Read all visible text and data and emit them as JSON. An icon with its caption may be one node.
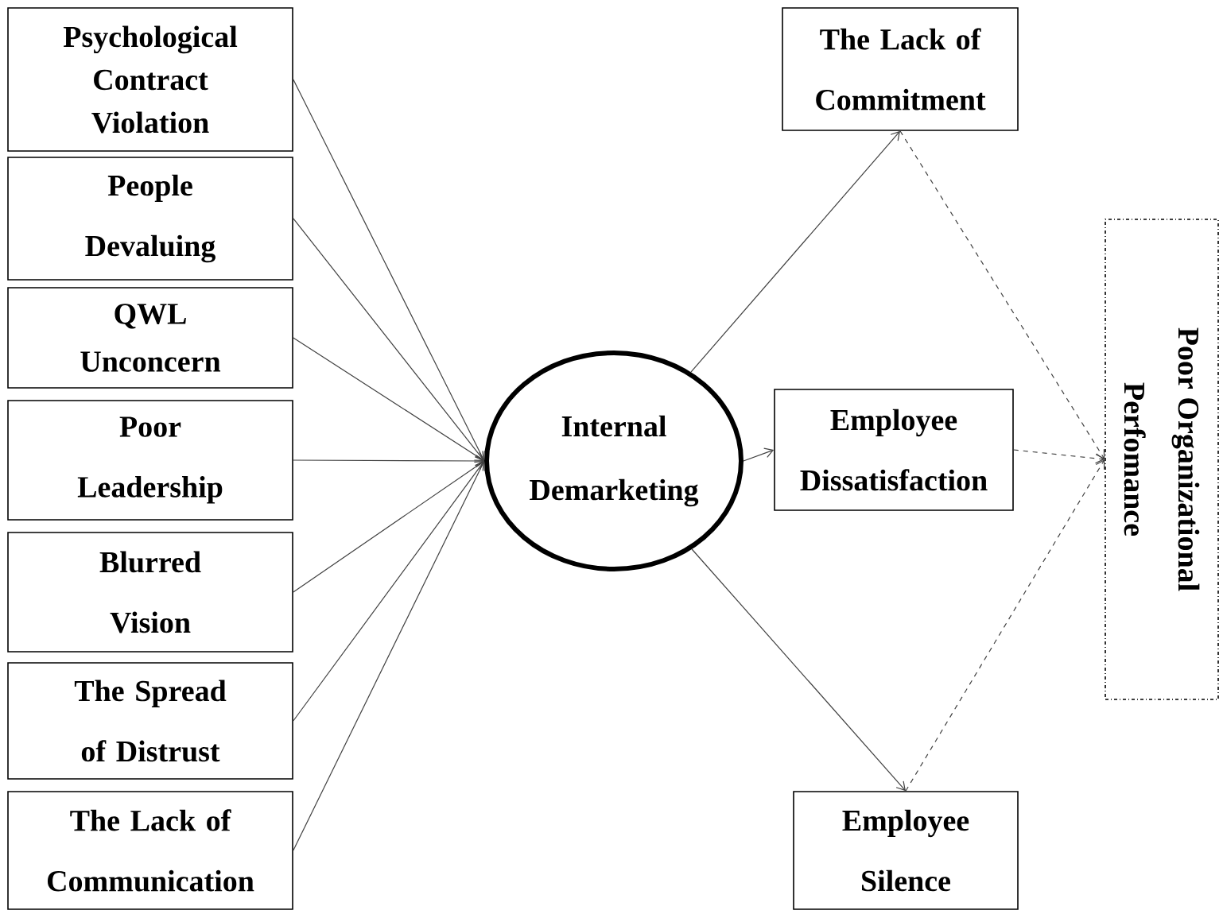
{
  "diagram": {
    "nodes": [
      {
        "text": [
          "Psychological Contract Violation"
        ]
      },
      {
        "text": [
          "People Devaluing"
        ]
      },
      {
        "text": [
          "QWL Unconcern"
        ]
      },
      {
        "text": [
          "Poor Leadership"
        ]
      },
      {
        "text": [
          "Blurred Vision"
        ]
      },
      {
        "text": [
          "The Spread of Distrust"
        ]
      },
      {
        "text": [
          "The Lack of Communication"
        ]
      },
      {
        "text": [
          "Internal Demarketing"
        ]
      },
      {
        "text": [
          "The Lack of Commitment"
        ]
      },
      {
        "text": [
          "Employee Dissatisfaction"
        ]
      },
      {
        "text": [
          "Employee Silence"
        ]
      },
      {
        "text": [
          "Poor Organizational Perfomance"
        ]
      }
    ],
    "edges": [
      {
        "from": 0,
        "to": 7,
        "arrow": "to"
      },
      {
        "from": 1,
        "to": 7,
        "arrow": "to"
      },
      {
        "from": 2,
        "to": 7,
        "arrow": "to"
      },
      {
        "from": 3,
        "to": 7,
        "arrow": "to"
      },
      {
        "from": 4,
        "to": 7,
        "arrow": "to"
      },
      {
        "from": 5,
        "to": 7,
        "arrow": "to"
      },
      {
        "from": 6,
        "to": 7,
        "arrow": "to"
      },
      {
        "from": 7,
        "to": 8,
        "arrow": "to"
      },
      {
        "from": 7,
        "to": 9,
        "arrow": "to"
      },
      {
        "from": 7,
        "to": 10,
        "arrow": "to"
      },
      {
        "from": 8,
        "to": 11,
        "arrow": "to",
        "style": "dashed"
      },
      {
        "from": 9,
        "to": 11,
        "arrow": "to",
        "style": "dashed"
      },
      {
        "from": 10,
        "to": 11,
        "arrow": "to",
        "style": "dashed"
      }
    ]
  }
}
